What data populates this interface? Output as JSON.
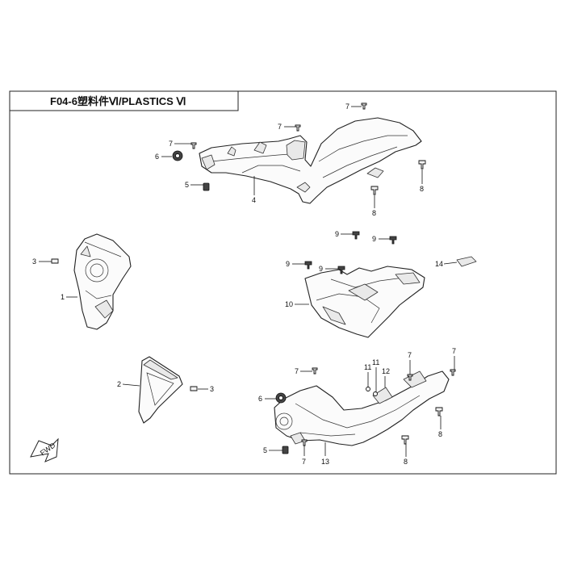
{
  "diagram": {
    "title": "F04-6塑料件Ⅵ/PLASTICS Ⅵ",
    "fwd_label": "FWD",
    "callouts": {
      "c1": "1",
      "c2": "2",
      "c3a": "3",
      "c3b": "3",
      "c4": "4",
      "c5a": "5",
      "c5b": "5",
      "c6a": "6",
      "c6b": "6",
      "c7a": "7",
      "c7b": "7",
      "c7c": "7",
      "c7d": "7",
      "c7e": "7",
      "c7f": "7",
      "c7g": "7",
      "c8a": "8",
      "c8b": "8",
      "c8c": "8",
      "c8d": "8",
      "c9a": "9",
      "c9b": "9",
      "c9c": "9",
      "c9d": "9",
      "c10": "10",
      "c11a": "11",
      "c11b": "11",
      "c12": "12",
      "c13": "13",
      "c14": "14"
    }
  }
}
